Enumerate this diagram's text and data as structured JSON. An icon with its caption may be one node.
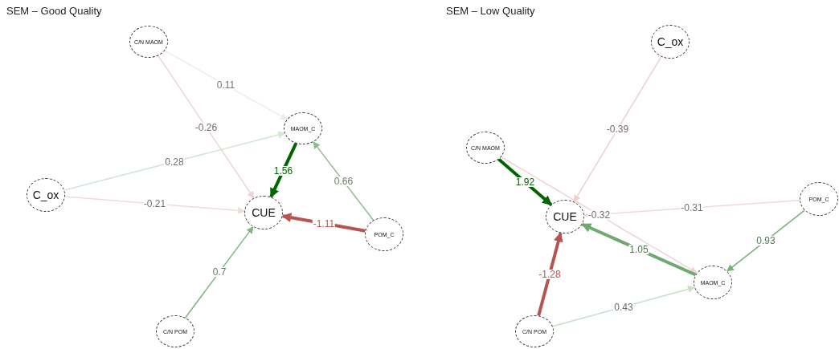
{
  "diagram": {
    "nodes": [
      {
        "text": [
          "C/N MAOM"
        ]
      },
      {
        "text": [
          "MAOM_C"
        ]
      },
      {
        "text": [
          "C_ox"
        ]
      },
      {
        "text": [
          "CUE"
        ]
      },
      {
        "text": [
          "POM_C"
        ]
      },
      {
        "text": [
          "C/N POM"
        ]
      },
      {
        "text": [
          "C_ox"
        ]
      },
      {
        "text": [
          "C/N MAOM"
        ]
      },
      {
        "text": [
          "CUE"
        ]
      },
      {
        "text": [
          "POM_C"
        ]
      },
      {
        "text": [
          "MAOM_C"
        ]
      },
      {
        "text": [
          "C/N POM"
        ]
      }
    ],
    "edges": [
      {
        "from": 0,
        "to": 1,
        "arrow": "to",
        "label": "0.11",
        "color": "#ececec"
      },
      {
        "from": 0,
        "to": 3,
        "arrow": "to",
        "label": "-0.26",
        "color": "#efd3d3"
      },
      {
        "from": 2,
        "to": 1,
        "arrow": "to",
        "label": "0.28",
        "color": "#d3e6d3"
      },
      {
        "from": 2,
        "to": 3,
        "arrow": "to",
        "label": "-0.21",
        "color": "#f0dada"
      },
      {
        "from": 1,
        "to": 3,
        "arrow": "to",
        "label": "1.56",
        "style": "thick",
        "color": "#006400"
      },
      {
        "from": 4,
        "to": 1,
        "arrow": "to",
        "label": "0.66",
        "color": "#8cbf8c"
      },
      {
        "from": 4,
        "to": 3,
        "arrow": "to",
        "label": "-1.11",
        "style": "thick",
        "color": "#b85450"
      },
      {
        "from": 5,
        "to": 3,
        "arrow": "to",
        "label": "0.7",
        "color": "#80b680"
      },
      {
        "from": 6,
        "to": 8,
        "arrow": "to",
        "label": "-0.39",
        "color": "#efcfcf"
      },
      {
        "from": 7,
        "to": 8,
        "arrow": "to",
        "label": "1.92",
        "style": "thick",
        "color": "#006400"
      },
      {
        "from": 7,
        "to": 10,
        "arrow": "to",
        "label": "-0.32",
        "color": "#efd3d3"
      },
      {
        "from": 9,
        "to": 8,
        "arrow": "to",
        "label": "-0.31",
        "color": "#f0d8d8"
      },
      {
        "from": 10,
        "to": 8,
        "arrow": "to",
        "label": "1.05",
        "style": "thick",
        "color": "#6fa96f"
      },
      {
        "from": 9,
        "to": 10,
        "arrow": "to",
        "label": "0.93",
        "color": "#78b078"
      },
      {
        "from": 11,
        "to": 8,
        "arrow": "to",
        "label": "-1.28",
        "style": "thick",
        "color": "#b85450"
      },
      {
        "from": 11,
        "to": 10,
        "arrow": "to",
        "label": "0.43",
        "color": "#c7dfc7"
      }
    ],
    "labels": [
      "SEM – Good Quality",
      "SEM – Low Quality"
    ]
  }
}
